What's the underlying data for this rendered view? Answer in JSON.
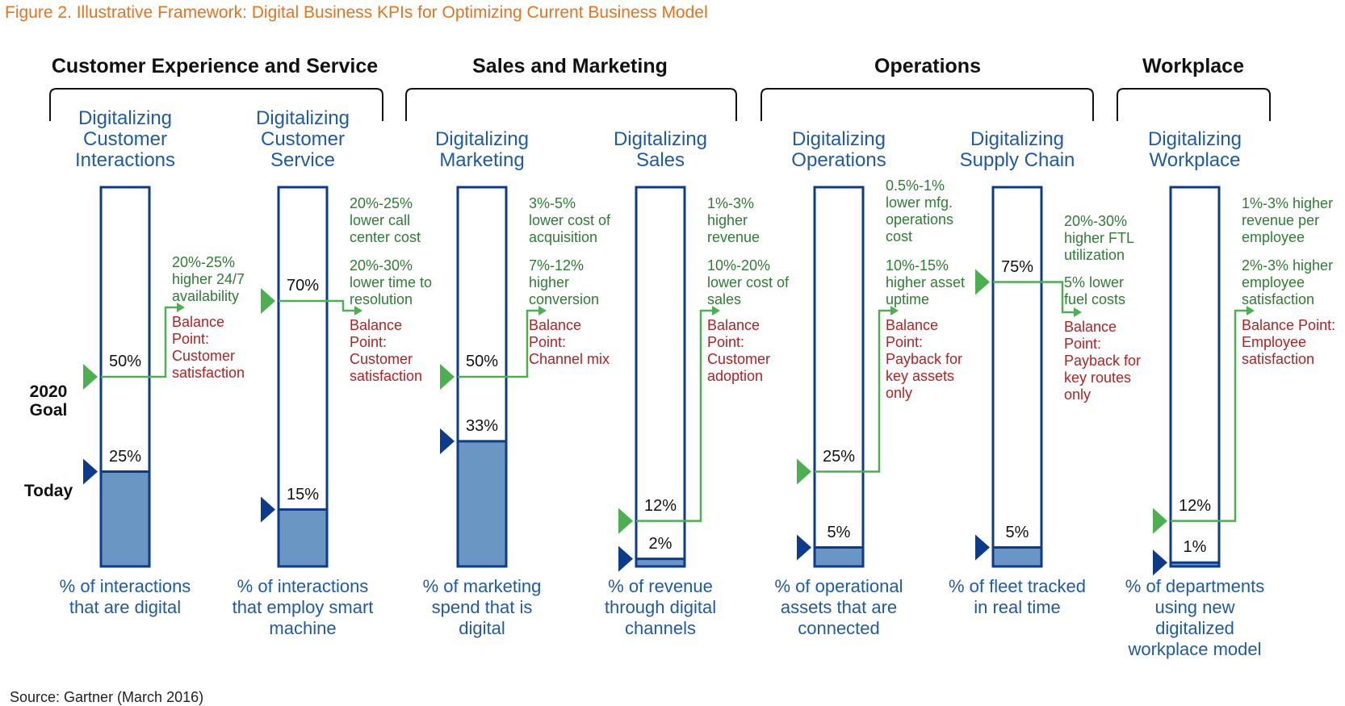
{
  "title": "Figure 2. Illustrative Framework: Digital Business KPIs for Optimizing Current Business Model",
  "source": "Source: Gartner (March 2016)",
  "labels": {
    "goal_line1": "2020",
    "goal_line2": "Goal",
    "today": "Today"
  },
  "colors": {
    "title": "#e8731c",
    "blue_text": "#1f5aa6",
    "bar_outline": "#0d3b8c",
    "bar_fill": "#6a96c4",
    "green": "#2e7d32",
    "red": "#b22222",
    "goal_marker": "#4caf50",
    "today_marker": "#0d3b8c"
  },
  "groups": [
    {
      "title": "Customer Experience and Service"
    },
    {
      "title": "Sales and Marketing"
    },
    {
      "title": "Operations"
    },
    {
      "title": "Workplace"
    }
  ],
  "columns": [
    {
      "title_lines": [
        "Digitalizing",
        "Customer",
        "Interactions"
      ],
      "today": "25%",
      "goal": "50%",
      "today_value": 25,
      "goal_value": 50,
      "green_blocks": [
        [
          "20%-25%",
          "higher 24/7",
          "availability"
        ]
      ],
      "red_lines": [
        "Balance",
        "Point:",
        "Customer",
        "satisfaction"
      ],
      "metric_lines": [
        "% of interactions",
        "that are digital"
      ]
    },
    {
      "title_lines": [
        "Digitalizing",
        "Customer",
        "Service"
      ],
      "today": "15%",
      "goal": "70%",
      "today_value": 15,
      "goal_value": 70,
      "green_blocks": [
        [
          "20%-25%",
          "lower call",
          "center cost"
        ],
        [
          "20%-30%",
          "lower time to",
          "resolution"
        ]
      ],
      "red_lines": [
        "Balance",
        "Point:",
        "Customer",
        "satisfaction"
      ],
      "metric_lines": [
        "% of interactions",
        "that employ smart",
        "machine"
      ]
    },
    {
      "title_lines": [
        "Digitalizing",
        "Marketing"
      ],
      "today": "33%",
      "goal": "50%",
      "today_value": 33,
      "goal_value": 50,
      "green_blocks": [
        [
          "3%-5%",
          "lower cost of",
          "acquisition"
        ],
        [
          "7%-12%",
          "higher",
          "conversion"
        ]
      ],
      "red_lines": [
        "Balance",
        "Point:",
        "Channel mix"
      ],
      "metric_lines": [
        "% of marketing",
        "spend that is",
        "digital"
      ]
    },
    {
      "title_lines": [
        "Digitalizing",
        "Sales"
      ],
      "today": "2%",
      "goal": "12%",
      "today_value": 2,
      "goal_value": 12,
      "green_blocks": [
        [
          "1%-3%",
          "higher",
          "revenue"
        ],
        [
          "10%-20%",
          "lower cost of",
          "sales"
        ]
      ],
      "red_lines": [
        "Balance",
        "Point:",
        "Customer",
        "adoption"
      ],
      "metric_lines": [
        "% of revenue",
        "through digital",
        "channels"
      ]
    },
    {
      "title_lines": [
        "Digitalizing",
        "Operations"
      ],
      "today": "5%",
      "goal": "25%",
      "today_value": 5,
      "goal_value": 25,
      "green_blocks": [
        [
          "0.5%-1%",
          "lower mfg.",
          "operations",
          "cost"
        ],
        [
          "10%-15%",
          "higher asset",
          "uptime"
        ]
      ],
      "red_lines": [
        "Balance",
        "Point:",
        "Payback for",
        "key assets",
        "only"
      ],
      "metric_lines": [
        "% of operational",
        "assets that are",
        "connected"
      ]
    },
    {
      "title_lines": [
        "Digitalizing",
        "Supply Chain"
      ],
      "today": "5%",
      "goal": "75%",
      "today_value": 5,
      "goal_value": 75,
      "green_blocks": [
        [
          "20%-30%",
          "higher FTL",
          "utilization"
        ],
        [
          "5% lower",
          "fuel costs"
        ]
      ],
      "red_lines": [
        "Balance",
        "Point:",
        "Payback for",
        "key routes",
        "only"
      ],
      "metric_lines": [
        "% of fleet tracked",
        "in real time"
      ]
    },
    {
      "title_lines": [
        "Digitalizing",
        "Workplace"
      ],
      "today": "1%",
      "goal": "12%",
      "today_value": 1,
      "goal_value": 12,
      "green_blocks": [
        [
          "1%-3% higher",
          "revenue per",
          "employee"
        ],
        [
          "2%-3% higher",
          "employee",
          "satisfaction"
        ]
      ],
      "red_lines": [
        "Balance Point:",
        "Employee",
        "satisfaction"
      ],
      "metric_lines": [
        "% of departments",
        "using new",
        "digitalized",
        "workplace model"
      ]
    }
  ]
}
